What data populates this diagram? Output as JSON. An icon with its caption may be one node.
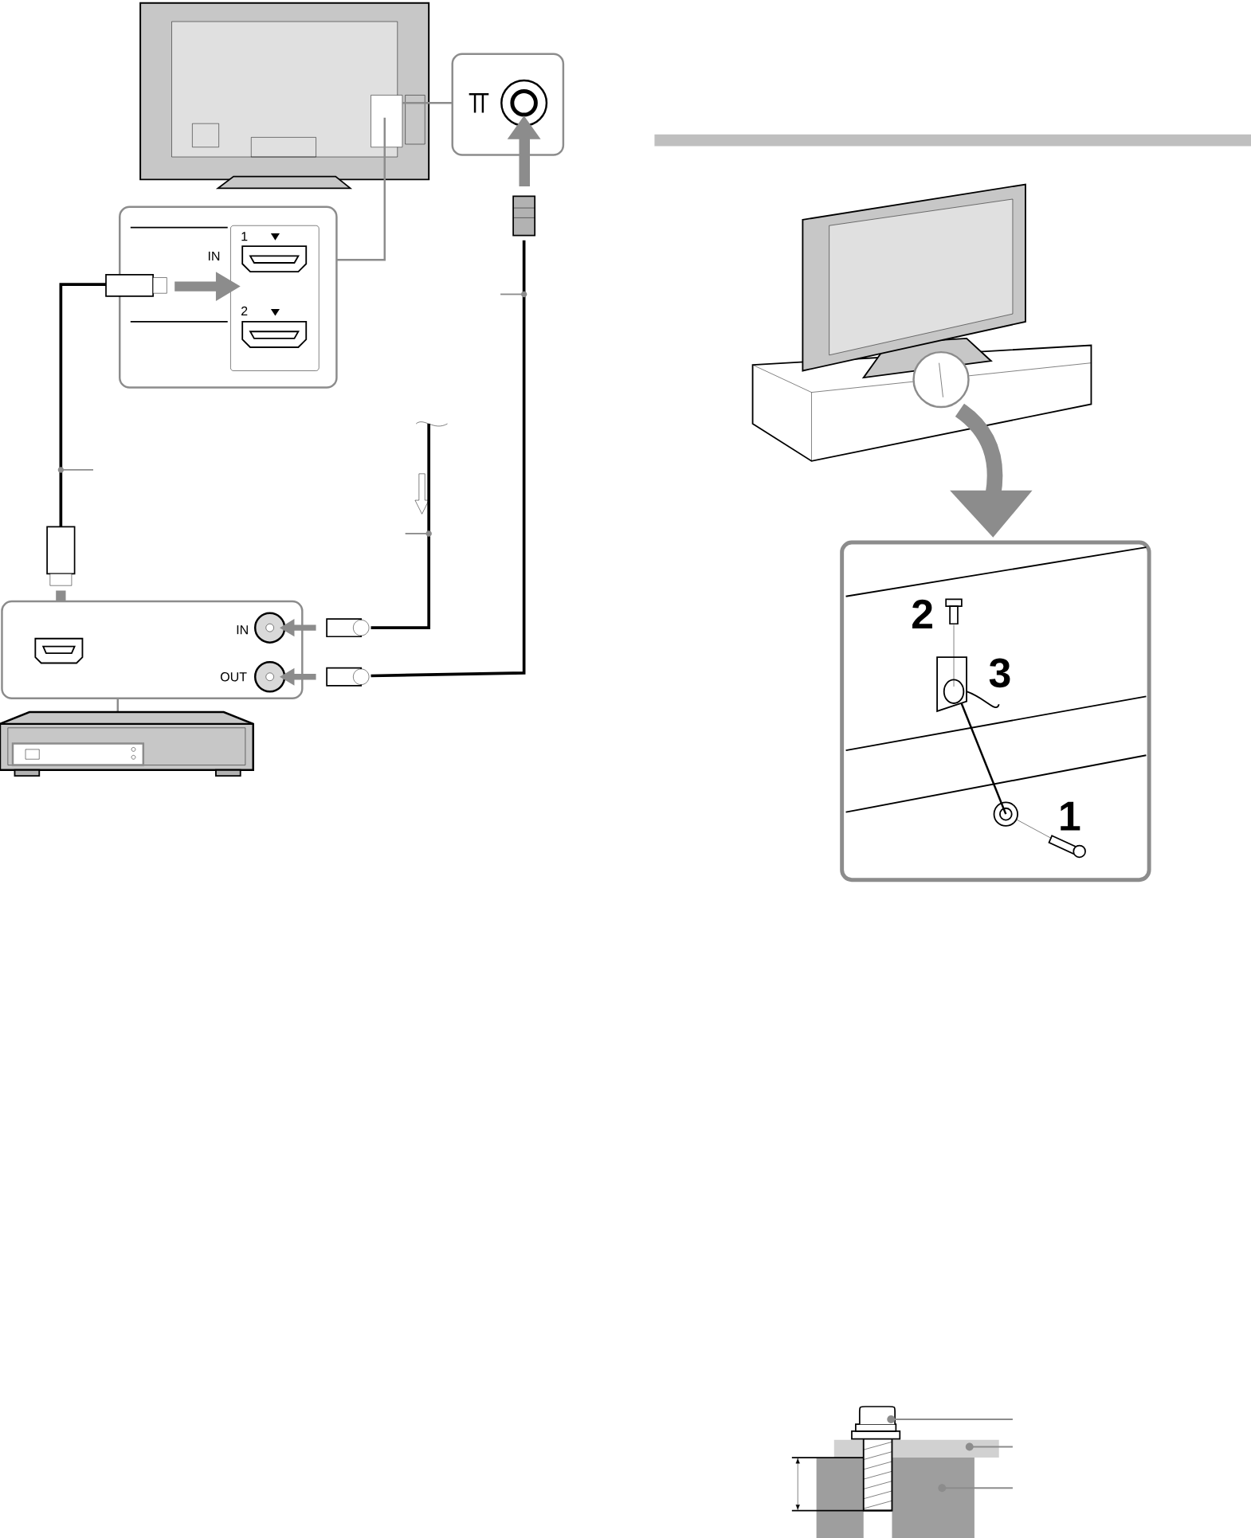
{
  "diagram": {
    "labels": [
      "IN",
      "1",
      "2",
      "IN",
      "OUT",
      "2",
      "3",
      "1"
    ]
  }
}
